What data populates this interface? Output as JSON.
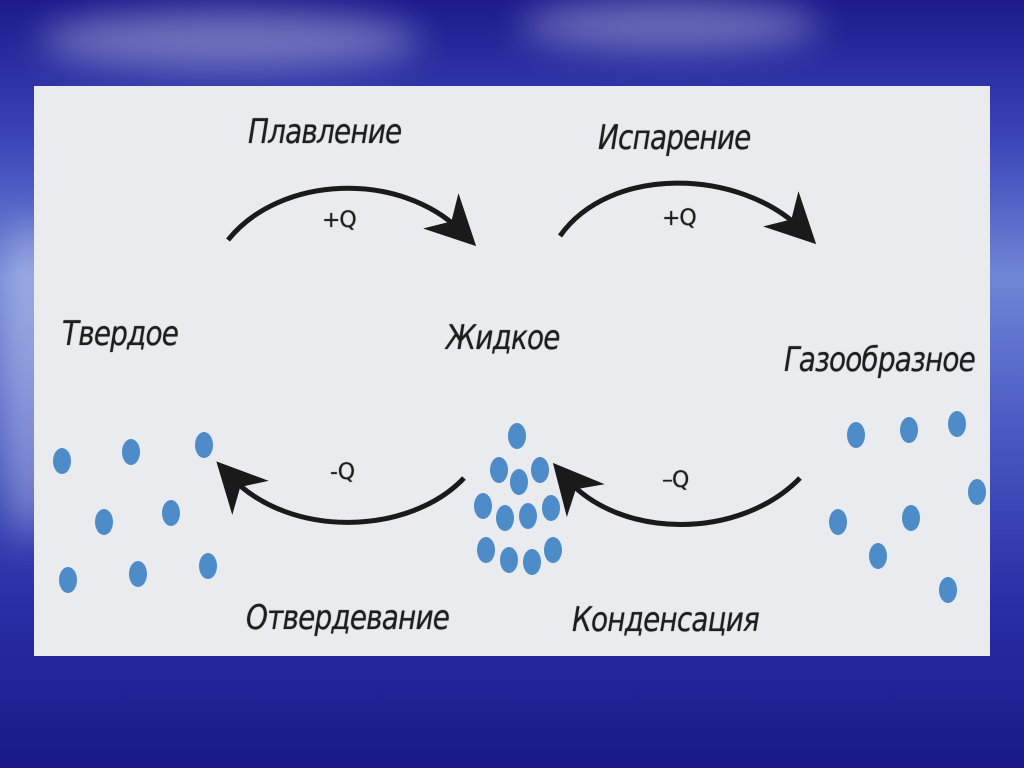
{
  "states": {
    "solid": "Твердое",
    "liquid": "Жидкое",
    "gas": "Газообразное"
  },
  "processes": {
    "melting": {
      "label": "Плавление",
      "heat": "+Q"
    },
    "evaporation": {
      "label": "Испарение",
      "heat": "+Q"
    },
    "solidification": {
      "label": "Отвердевание",
      "heat": "-Q"
    },
    "condensation": {
      "label": "Конденсация",
      "heat": "–Q"
    }
  },
  "colors": {
    "particle": "#4d8cc9",
    "arrow": "#1a1a1a",
    "panel": "#e9ebee"
  }
}
